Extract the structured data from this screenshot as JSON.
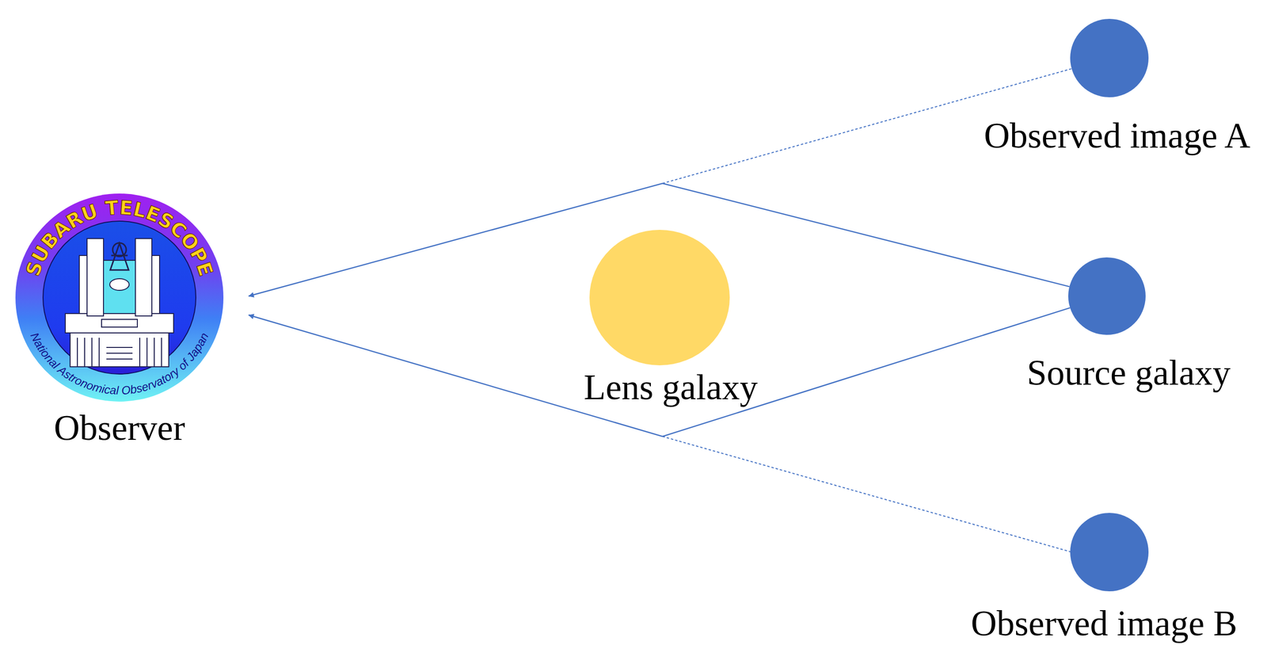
{
  "diagram": {
    "nodes": [
      {
        "text": [
          "Observer"
        ]
      },
      {
        "text": [
          "Lens galaxy"
        ]
      },
      {
        "text": [
          "Source galaxy"
        ]
      },
      {
        "text": [
          "Observed image A"
        ]
      },
      {
        "text": [
          "Observed image B"
        ]
      }
    ],
    "edges": [
      {
        "from": 2,
        "to": 0,
        "arrow": "to"
      },
      {
        "from": 2,
        "to": 0,
        "arrow": "to"
      }
    ],
    "labels": [
      "SUBARU TELESCOPE",
      "National Astronomical Observatory of Japan"
    ]
  }
}
